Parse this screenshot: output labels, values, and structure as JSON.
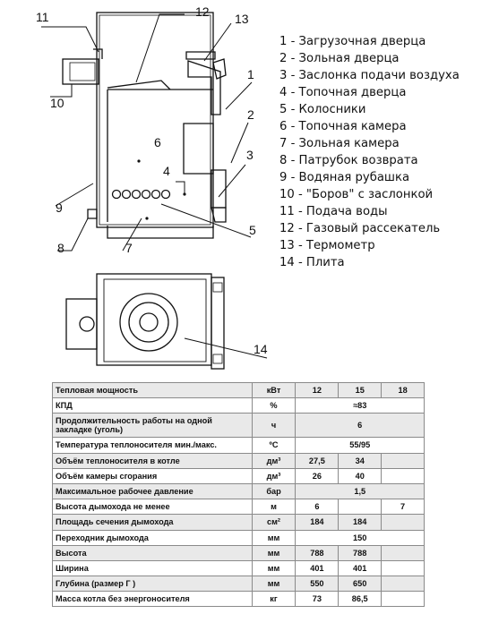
{
  "legend": [
    "1 - Загрузочная дверца",
    "2 - Зольная дверца",
    "3 - Заслонка подачи воздуха",
    "4 - Топочная дверца",
    "5 - Колосники",
    "6 - Топочная камера",
    "7 - Зольная камера",
    "8 - Патрубок возврата",
    "9 - Водяная рубашка",
    "10 - \"Боров\" с заслонкой",
    "11 - Подача воды",
    "12 - Газовый рассекатель",
    "13 - Термометр",
    "14 - Плита"
  ],
  "callouts": [
    "11",
    "12",
    "13",
    "1",
    "10",
    "6",
    "2",
    "4",
    "3",
    "9",
    "8",
    "7",
    "5",
    "14"
  ],
  "table": {
    "header": {
      "name": "Тепловая мощность",
      "unit": "кВт",
      "v": [
        "12",
        "15",
        "18"
      ]
    },
    "rows": [
      {
        "name": "КПД",
        "unit": "%",
        "merged": "≈83"
      },
      {
        "name": "Продолжительность работы на одной закладке (уголь)",
        "unit": "ч",
        "merged": "6"
      },
      {
        "name": "Температура теплоносителя мин./макс.",
        "unit": "ºС",
        "merged": "55/95"
      },
      {
        "name": "Объём теплоносителя в котле",
        "unit": "дм³",
        "v": [
          "27,5",
          "34",
          ""
        ]
      },
      {
        "name": "Объём камеры сгорания",
        "unit": "дм³",
        "v": [
          "26",
          "40",
          ""
        ]
      },
      {
        "name": "Максимальное рабочее давление",
        "unit": "бар",
        "merged": "1,5"
      },
      {
        "name": "Высота дымохода не менее",
        "unit": "м",
        "v": [
          "6",
          "",
          "7"
        ]
      },
      {
        "name": "Площадь сечения дымохода",
        "unit": "см²",
        "v": [
          "184",
          "184",
          ""
        ]
      },
      {
        "name": "Переходник дымохода",
        "unit": "мм",
        "merged": "150"
      },
      {
        "name": "Высота",
        "unit": "мм",
        "v": [
          "788",
          "788",
          ""
        ]
      },
      {
        "name": "Ширина",
        "unit": "мм",
        "v": [
          "401",
          "401",
          ""
        ]
      },
      {
        "name": "Глубина (размер Г )",
        "unit": "мм",
        "v": [
          "550",
          "650",
          ""
        ]
      },
      {
        "name": "Масса котла без энергоносителя",
        "unit": "кг",
        "v": [
          "73",
          "86,5",
          ""
        ]
      }
    ]
  }
}
